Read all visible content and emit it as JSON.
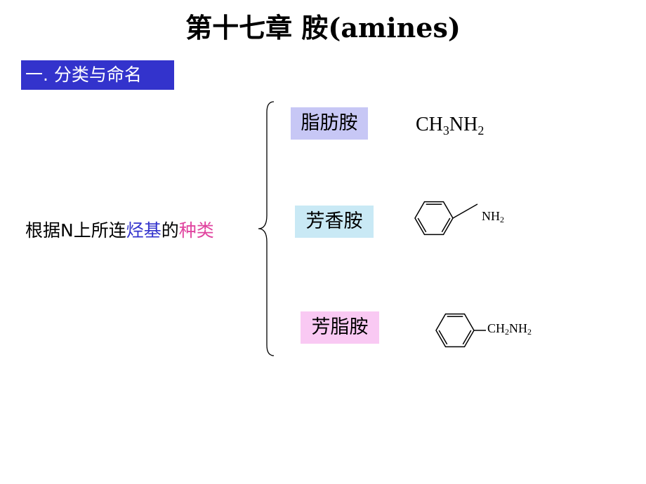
{
  "title": "第十七章  胺(amines)",
  "section_heading": "一. 分类与命名",
  "classification": {
    "basis_parts": [
      "根据N上所连",
      "烃基",
      "的",
      "种类"
    ],
    "colors": {
      "hydrocarbon_group": "#3333cc",
      "kind": "#e0449f",
      "section_bg": "#3333cc"
    }
  },
  "categories": [
    {
      "label": "脂肪胺",
      "color": "#c7c7f5",
      "example": {
        "formula": [
          "CH",
          "3",
          "NH",
          "2"
        ]
      }
    },
    {
      "label": "芳香胺",
      "color": "#c9e9f5",
      "example": {
        "structure_icon": "benzene-ring-icon",
        "substituent": [
          "NH",
          "2"
        ]
      }
    },
    {
      "label": "芳脂胺",
      "color": "#f9c9f3",
      "example": {
        "structure_icon": "benzene-ring-icon",
        "substituent": [
          "CH",
          "2",
          "NH",
          "2"
        ]
      }
    }
  ]
}
